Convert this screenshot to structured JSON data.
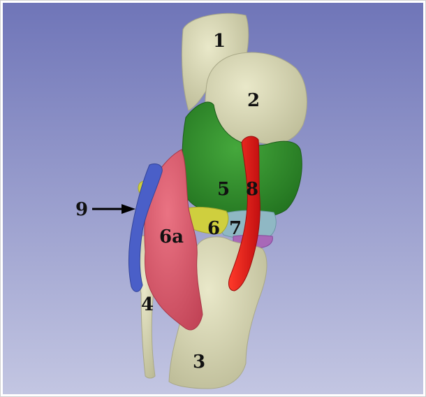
{
  "figure": {
    "labels": {
      "bone_1": "1",
      "bone_2": "2",
      "bone_3": "3",
      "bone_4": "4",
      "tissue_5": "5",
      "tissue_6": "6",
      "tissue_6a": "6a",
      "tissue_7": "7",
      "vessel_8": "8",
      "ligament_9": "9"
    },
    "colors": {
      "background_top": "#6f75b8",
      "background_bottom": "#c3c6e2",
      "bone": "#d8d7b4",
      "bone_shadow": "#b8b792",
      "green_tissue": "#2f8f2c",
      "red_vessel": "#e01818",
      "pink_tissue": "#d9596b",
      "blue_ligament": "#4a5fc8",
      "yellow_tissue": "#cfcf3e",
      "cyan_tissue": "#8fb8c4",
      "purple_tissue": "#a868b8"
    },
    "icons": [
      "arrow-icon"
    ]
  }
}
